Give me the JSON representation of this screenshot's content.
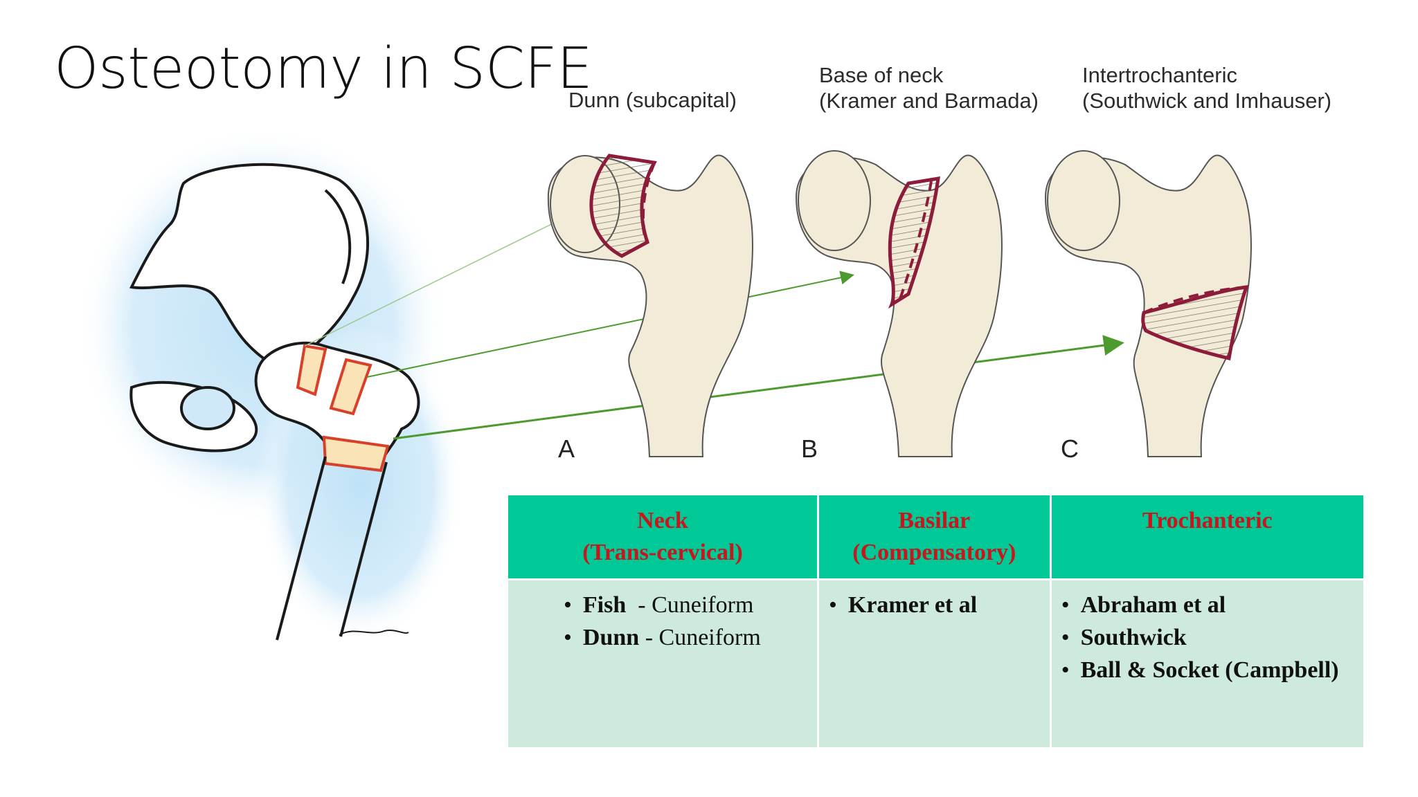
{
  "slide": {
    "title": "Osteotomy in SCFE"
  },
  "diagram": {
    "captions": [
      {
        "lines": [
          "Dunn (subcapital)"
        ]
      },
      {
        "lines": [
          "Base of neck",
          "(Kramer and Barmada)"
        ]
      },
      {
        "lines": [
          "Intertrochanteric",
          "(Southwick and Imhauser)"
        ]
      }
    ],
    "panel_letters": [
      "A",
      "B",
      "C"
    ],
    "colors": {
      "bone_fill": "#f1ebd8",
      "osteotomy_line": "#8c1c3a",
      "pointer_arrow": "#4d9a2e",
      "glow": "#bfe2f7",
      "wedge_fill": "#fbe3b8",
      "wedge_line": "#d9402a"
    }
  },
  "table": {
    "headers": [
      {
        "line1": "Neck",
        "line2": "(Trans-cervical)"
      },
      {
        "line1": "Basilar",
        "line2": "(Compensatory)"
      },
      {
        "line1": "Trochanteric",
        "line2": ""
      }
    ],
    "columns": [
      [
        {
          "author": "Fish",
          "sep": "  - ",
          "detail": "Cuneiform"
        },
        {
          "author": "Dunn",
          "sep": " - ",
          "detail": "Cuneiform"
        }
      ],
      [
        {
          "author": "Kramer et al",
          "sep": "",
          "detail": ""
        }
      ],
      [
        {
          "author": "Abraham et al",
          "sep": "",
          "detail": ""
        },
        {
          "author": "Southwick",
          "sep": "",
          "detail": ""
        },
        {
          "author": "Ball & Socket (Campbell)",
          "sep": "",
          "detail": ""
        }
      ]
    ],
    "colors": {
      "header_bg": "#00c896",
      "header_text": "#c8161d",
      "body_bg": "#cdeadd"
    }
  }
}
